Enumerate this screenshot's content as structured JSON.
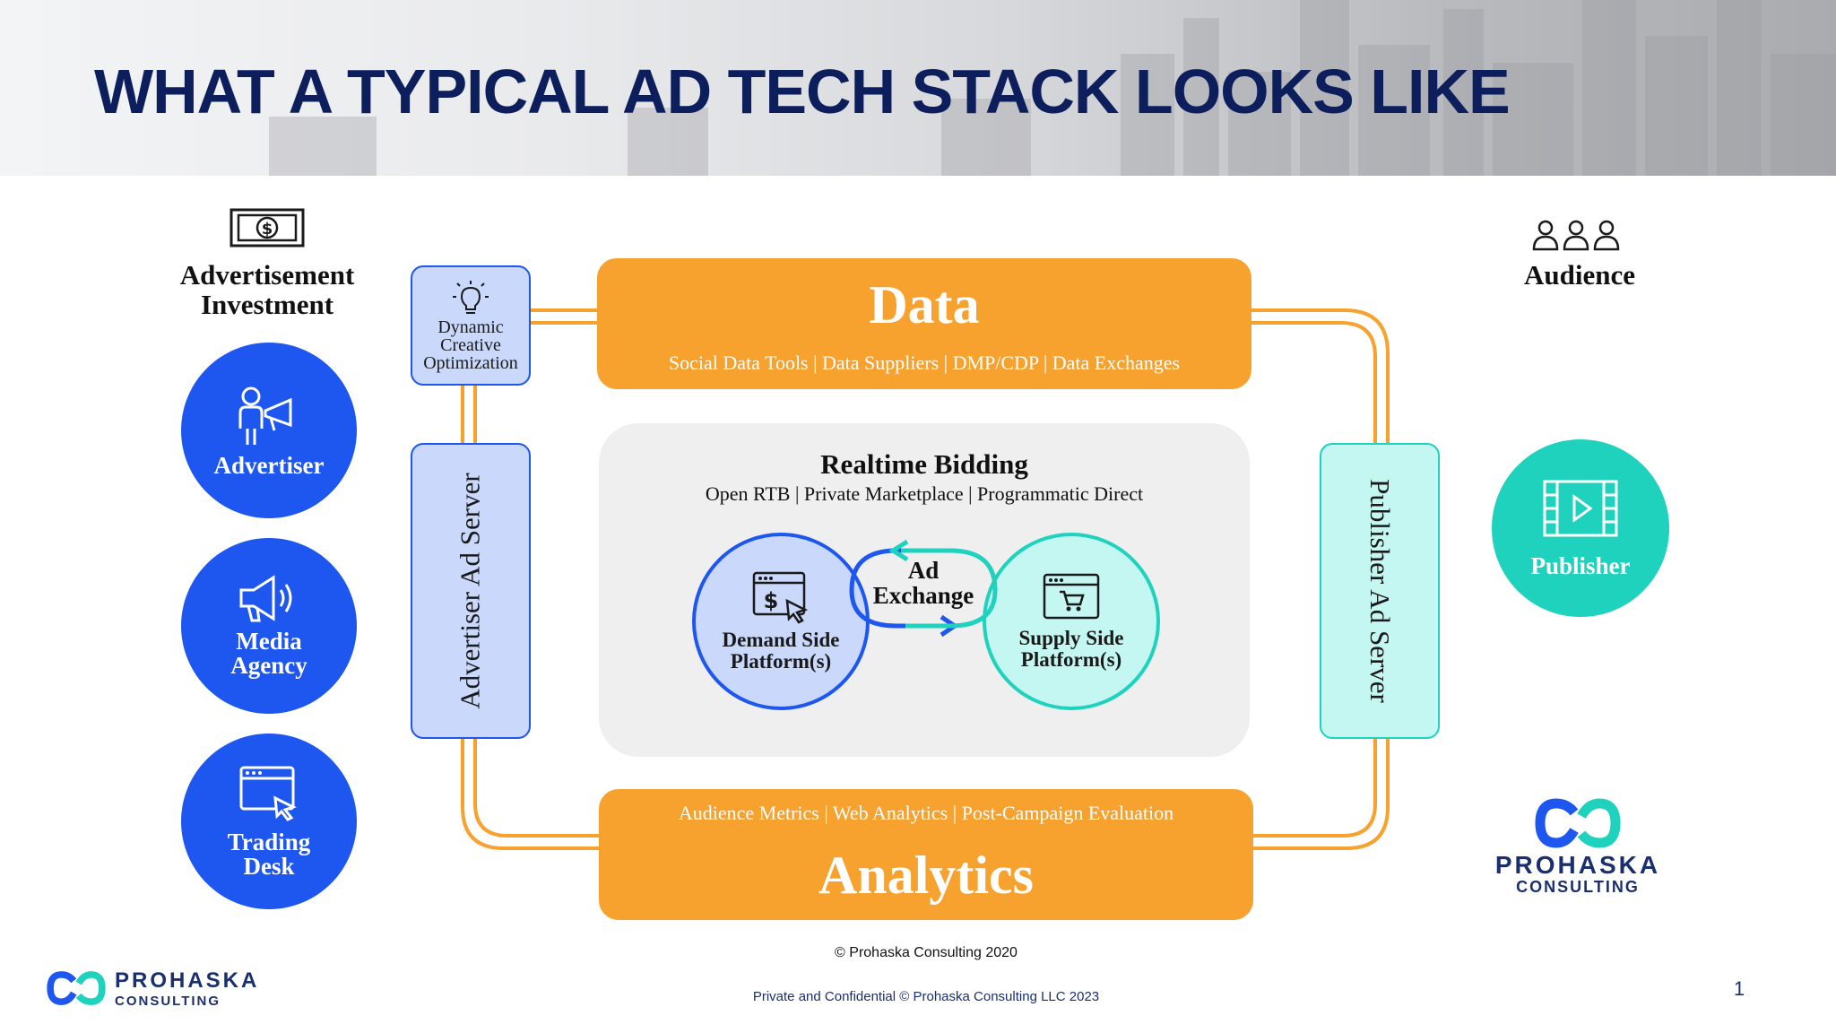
{
  "page": {
    "title": "WHAT A TYPICAL AD TECH STACK LOOKS LIKE"
  },
  "left": {
    "heading_line1": "Advertisement",
    "heading_line2": "Investment",
    "heading_icon": "money-icon",
    "circles": [
      {
        "label_line1": "Advertiser",
        "label_line2": "",
        "icon": "advertiser-megaphone-person-icon"
      },
      {
        "label_line1": "Media",
        "label_line2": "Agency",
        "icon": "megaphone-icon"
      },
      {
        "label_line1": "Trading",
        "label_line2": "Desk",
        "icon": "browser-cursor-icon"
      }
    ]
  },
  "right": {
    "heading": "Audience",
    "heading_icon": "people-group-icon",
    "publisher": {
      "label": "Publisher",
      "icon": "video-film-icon"
    }
  },
  "dco": {
    "line1": "Dynamic",
    "line2": "Creative",
    "line3": "Optimization",
    "icon": "lightbulb-icon"
  },
  "advertiser_ad_server": {
    "label": "Advertiser Ad Server"
  },
  "publisher_ad_server": {
    "label": "Publisher Ad Server"
  },
  "data_bar": {
    "title": "Data",
    "subtitle": "Social Data Tools | Data Suppliers | DMP/CDP |  Data Exchanges"
  },
  "analytics_bar": {
    "title": "Analytics",
    "subtitle": "Audience Metrics | Web Analytics | Post-Campaign Evaluation"
  },
  "rtb": {
    "title": "Realtime Bidding",
    "subtitle": "Open RTB | Private Marketplace | Programmatic Direct",
    "dsp": {
      "line1": "Demand Side",
      "line2": "Platform(s)",
      "icon": "dollar-browser-icon"
    },
    "exchange": {
      "line1": "Ad",
      "line2": "Exchange"
    },
    "ssp": {
      "line1": "Supply Side",
      "line2": "Platform(s)",
      "icon": "cart-browser-icon"
    }
  },
  "logo": {
    "name": "PROHASKA",
    "sub": "CONSULTING"
  },
  "footer": {
    "copyright": "© Prohaska Consulting 2020",
    "confidential": "Private and Confidential © Prohaska Consulting LLC 2023",
    "page_number": "1"
  },
  "colors": {
    "navy": "#0d1e5c",
    "blue": "#1e56f0",
    "teal": "#1ed2bd",
    "orange": "#f7a22e",
    "light_blue": "#c9d8fb",
    "light_teal": "#c4f6f2"
  }
}
